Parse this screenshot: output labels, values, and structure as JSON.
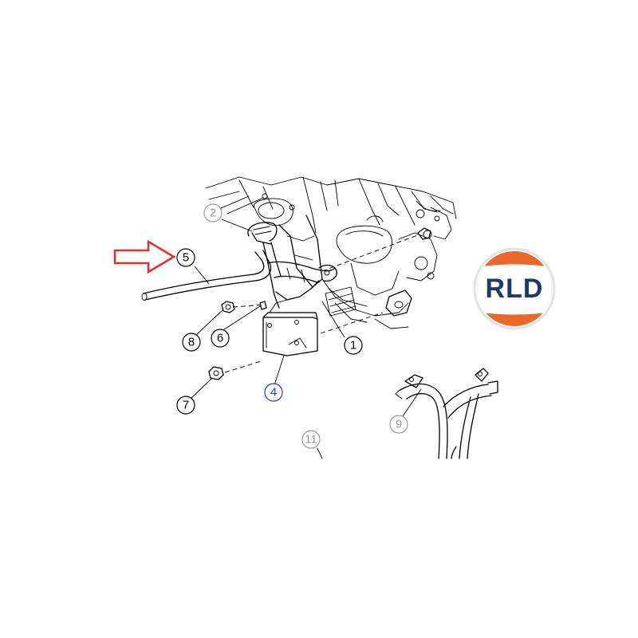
{
  "diagram": {
    "callouts": [
      {
        "id": "1",
        "label": "1",
        "style": "black"
      },
      {
        "id": "2",
        "label": "2",
        "style": "gray"
      },
      {
        "id": "4",
        "label": "4",
        "style": "blue"
      },
      {
        "id": "5",
        "label": "5",
        "style": "black"
      },
      {
        "id": "6",
        "label": "6",
        "style": "black"
      },
      {
        "id": "7",
        "label": "7",
        "style": "black"
      },
      {
        "id": "8",
        "label": "8",
        "style": "black"
      },
      {
        "id": "9",
        "label": "9",
        "style": "gray"
      },
      {
        "id": "11",
        "label": "11",
        "style": "gray"
      }
    ],
    "highlight_arrow_target": "5"
  },
  "logo": {
    "text": "RLD",
    "colors": {
      "top": "#e8692a",
      "bottom": "#e8692a",
      "band": "#ffffff",
      "text": "#1f3b63",
      "ring": "#d9d9d9"
    }
  },
  "colors": {
    "line": "#000000",
    "gray_callout": "#9a9a9a",
    "blue_callout": "#2a3fb5",
    "arrow": "#e03131"
  }
}
